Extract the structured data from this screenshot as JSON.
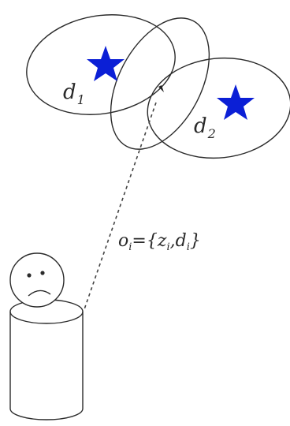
{
  "landmarks": [
    {
      "label_main": "d",
      "label_sub": "1",
      "star_color": "#0b1fd6"
    },
    {
      "label_main": "d",
      "label_sub": "2",
      "star_color": "#0b1fd6"
    }
  ],
  "observation": {
    "var": "o",
    "var_sub": "i",
    "eq": "={",
    "z": "z",
    "z_sub": "i",
    "comma": ",",
    "d": "d",
    "d_sub": "i",
    "close": "}"
  },
  "colors": {
    "line": "#2b2b2b",
    "star": "#0b1fd6"
  }
}
